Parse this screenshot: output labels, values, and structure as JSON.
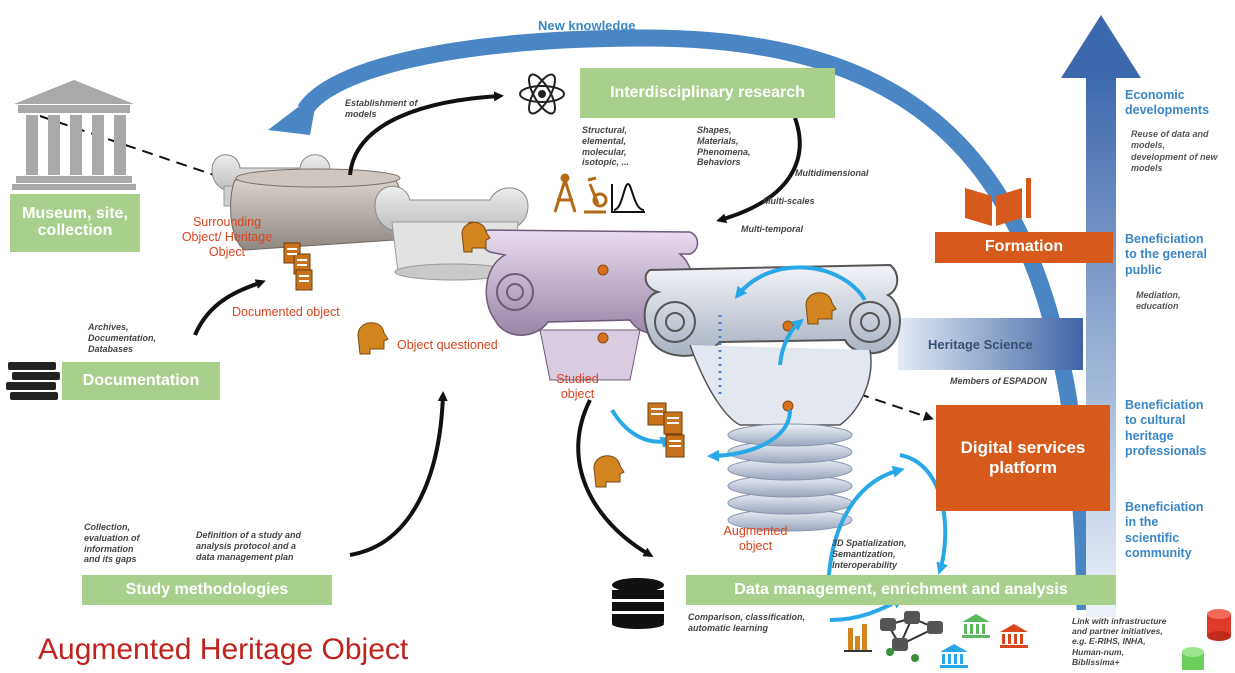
{
  "colors": {
    "green_box": "#a8cf8c",
    "orange_box": "#d65a1c",
    "blue_arrow": "#4a86c4",
    "light_blue": "#29a8e8",
    "red_text": "#d8431e",
    "title_red": "#c0221d"
  },
  "labels": {
    "new_knowledge": "New knowledge",
    "interdisciplinary_research": "Interdisciplinary research",
    "museum": "Museum, site,\ncollection",
    "documentation": "Documentation",
    "study_methodologies": "Study methodologies",
    "data_management": "Data management, enrichment and analysis",
    "formation": "Formation",
    "heritage_science": "Heritage Science",
    "digital_services": "Digital services\nplatform",
    "main_title": "Augmented Heritage Object"
  },
  "stage_labels": {
    "surrounding": "Surrounding\nObject/ Heritage\nObject",
    "documented": "Documented object",
    "questioned": "Object questioned",
    "studied": "Studied\nobject",
    "augmented": "Augmented\nobject"
  },
  "notes": {
    "establishment": "Establishment of\nmodels",
    "structural": "Structural,\nelemental,\nmolecular,\nisotopic, ...",
    "shapes": "Shapes,\nMaterials,\nPhenomena,\nBehaviors",
    "multidimensional": "Multidimensional",
    "multiscales": "Multi-scales",
    "multitemporal": "Multi-temporal",
    "archives": "Archives,\nDocumentation,\nDatabases",
    "collection": "Collection,\nevaluation of\ninformation\nand its gaps",
    "definition": "Definition of a study and\nanalysis protocol and a\ndata management plan",
    "spatialization": "3D Spatialization,\nSemantization,\nInteroperability",
    "comparison": "Comparison, classification,\nautomatic learning",
    "members": "Members of ESPADON",
    "link": "Link with infrastructure\nand partner initiatives,\ne.g. E-RIHS, INHA,\nHuman-num,\nBiblissima+"
  },
  "outcomes": {
    "economic": "Economic\ndevelopments",
    "economic_note": "Reuse of data and\nmodels,\ndevelopment of new\nmodels",
    "general_public": "Beneficiation\nto the general\npublic",
    "general_public_note": "Mediation,\neducation",
    "professionals": "Beneficiation\nto cultural\nheritage\nprofessionals",
    "scientific": "Beneficiation\nin the\nscientific\ncommunity"
  },
  "icons": {
    "temple": "museum-temple-icon",
    "atom": "atom-icon",
    "books": "books-stack-icon",
    "book": "open-book-icon",
    "database": "database-icon",
    "head": "human-head-icon",
    "document": "document-icon",
    "compass": "compass-icon",
    "microscope": "microscope-icon",
    "curve": "distribution-curve-icon",
    "bar_chart": "bar-chart-icon",
    "network": "network-icon",
    "building": "institution-icon",
    "cylinder": "database-cylinder-icon"
  }
}
